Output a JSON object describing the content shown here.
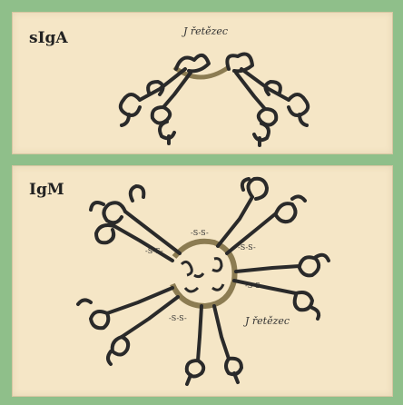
{
  "panels": [
    {
      "title": "sIgA",
      "j_chain_label": "J řetězec"
    },
    {
      "title": "IgM",
      "j_chain_label": "J řetězec",
      "bond_label": "-S-S-"
    }
  ],
  "colors": {
    "background": "#8fbf8a",
    "panel": "#f5e6c6",
    "chain": "#2a2a2a",
    "j_chain": "#8c7c52"
  }
}
